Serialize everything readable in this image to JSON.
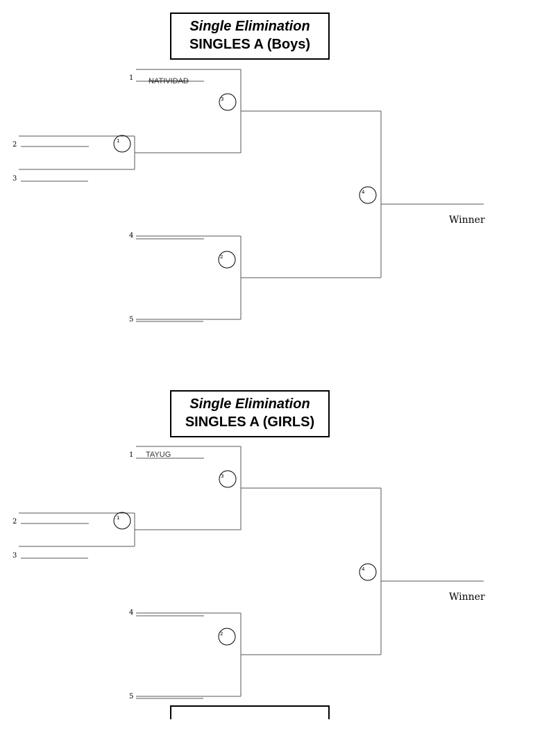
{
  "brackets": [
    {
      "title_line1": "Single Elimination",
      "title_line2": "SINGLES A (Boys)",
      "seeds": [
        "1",
        "2",
        "3",
        "4",
        "5"
      ],
      "player1": "NATIVIDAD",
      "player1_struck": true,
      "matches": [
        "1",
        "3",
        "2",
        "4"
      ],
      "winner_label": "Winner"
    },
    {
      "title_line1": "Single Elimination",
      "title_line2": "SINGLES A (GIRLS)",
      "seeds": [
        "1",
        "2",
        "3",
        "4",
        "5"
      ],
      "player1": "TAYUG",
      "player1_struck": false,
      "matches": [
        "1",
        "3",
        "2",
        "4"
      ],
      "winner_label": "Winner"
    }
  ],
  "colors": {
    "line": "#555555",
    "text": "#000000",
    "border": "#000000"
  }
}
